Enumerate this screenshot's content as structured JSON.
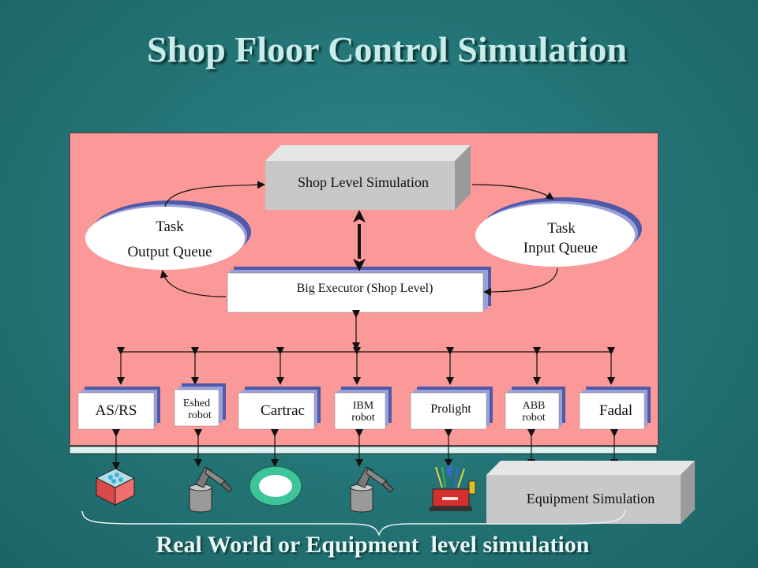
{
  "title": "Shop Floor Control Simulation",
  "shop_level": "Shop Level Simulation",
  "big_executor": "Big Executor (Shop Level)",
  "output_queue": {
    "line1": "Task",
    "line2": "Output Queue"
  },
  "input_queue": {
    "line1": "Task",
    "line2": "Input Queue"
  },
  "equipment": [
    {
      "line1": "AS/RS",
      "line2": ""
    },
    {
      "line1": "Eshed",
      "line2": "robot"
    },
    {
      "line1": "Cartrac",
      "line2": ""
    },
    {
      "line1": "IBM",
      "line2": "robot"
    },
    {
      "line1": "Prolight",
      "line2": ""
    },
    {
      "line1": "ABB",
      "line2": "robot"
    },
    {
      "line1": "Fadal",
      "line2": ""
    }
  ],
  "equipment_simulation": "Equipment Simulation",
  "caption": "Real World or Equipment  level simulation",
  "colors": {
    "background": "#237375",
    "panel": "#fb9898",
    "box_gray": "#c8c8c8",
    "queue_shadow": "#5058a8",
    "title_text": "#c8ece8"
  },
  "icons": [
    "storage-bin-icon",
    "robot-arm-icon",
    "cartrac-ring-icon",
    "robot-arm-icon",
    "prolight-machine-icon"
  ]
}
